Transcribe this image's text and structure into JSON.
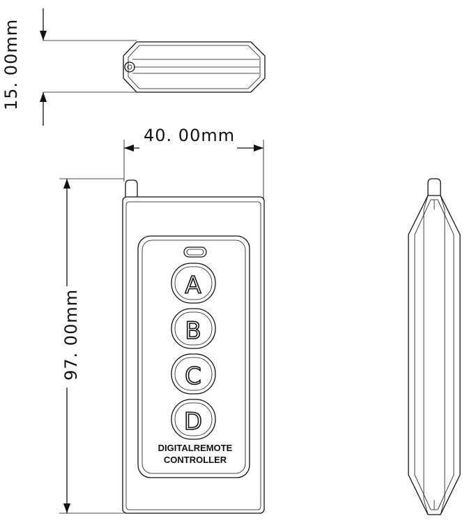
{
  "dimensions": {
    "thickness": "15. 00mm",
    "width": "40. 00mm",
    "height": "97. 00mm"
  },
  "buttons": [
    {
      "label": "A"
    },
    {
      "label": "B"
    },
    {
      "label": "C"
    },
    {
      "label": "D"
    }
  ],
  "panel_label": {
    "line1": "DIGITALREMOTE",
    "line2": "CONTROLLER"
  }
}
